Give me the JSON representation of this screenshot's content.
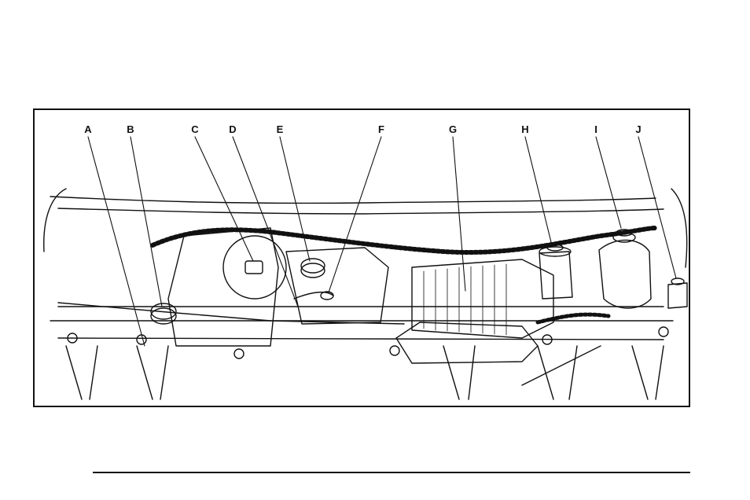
{
  "figure": {
    "callouts": [
      {
        "id": "A",
        "label": "A"
      },
      {
        "id": "B",
        "label": "B"
      },
      {
        "id": "C",
        "label": "C"
      },
      {
        "id": "D",
        "label": "D"
      },
      {
        "id": "E",
        "label": "E"
      },
      {
        "id": "F",
        "label": "F"
      },
      {
        "id": "G",
        "label": "G"
      },
      {
        "id": "H",
        "label": "H"
      },
      {
        "id": "I",
        "label": "I"
      },
      {
        "id": "J",
        "label": "J"
      }
    ]
  }
}
